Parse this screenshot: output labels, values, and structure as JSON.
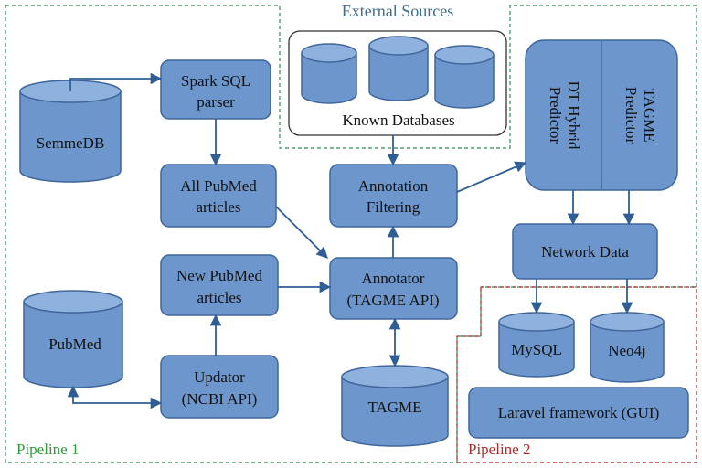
{
  "title": "External Sources",
  "nodes": {
    "semmedb": "SemmeDB",
    "spark_line1": "Spark SQL",
    "spark_line2": "parser",
    "allpub_line1": "All PubMed",
    "allpub_line2": "articles",
    "newpub_line1": "New PubMed",
    "newpub_line2": "articles",
    "pubmed": "PubMed",
    "updator_line1": "Updator",
    "updator_line2": "(NCBI API)",
    "known_db": "Known Databases",
    "annfilter_line1": "Annotation",
    "annfilter_line2": "Filtering",
    "annotator_line1": "Annotator",
    "annotator_line2": "(TAGME API)",
    "tagme": "TAGME",
    "dt_line1": "DT Hybrid",
    "dt_line2": "Predictor",
    "tagme_pred_line1": "TAGME",
    "tagme_pred_line2": "Predictor",
    "network_data": "Network Data",
    "mysql": "MySQL",
    "neo4j": "Neo4j",
    "laravel": "Laravel framework (GUI)"
  },
  "pipelines": {
    "p1": "Pipeline 1",
    "p2": "Pipeline 2"
  },
  "colors": {
    "box_fill": "#6d97cc",
    "box_stroke": "#3f669b",
    "pipeline1": "#2e9a3a",
    "pipeline2": "#b22b2b"
  }
}
